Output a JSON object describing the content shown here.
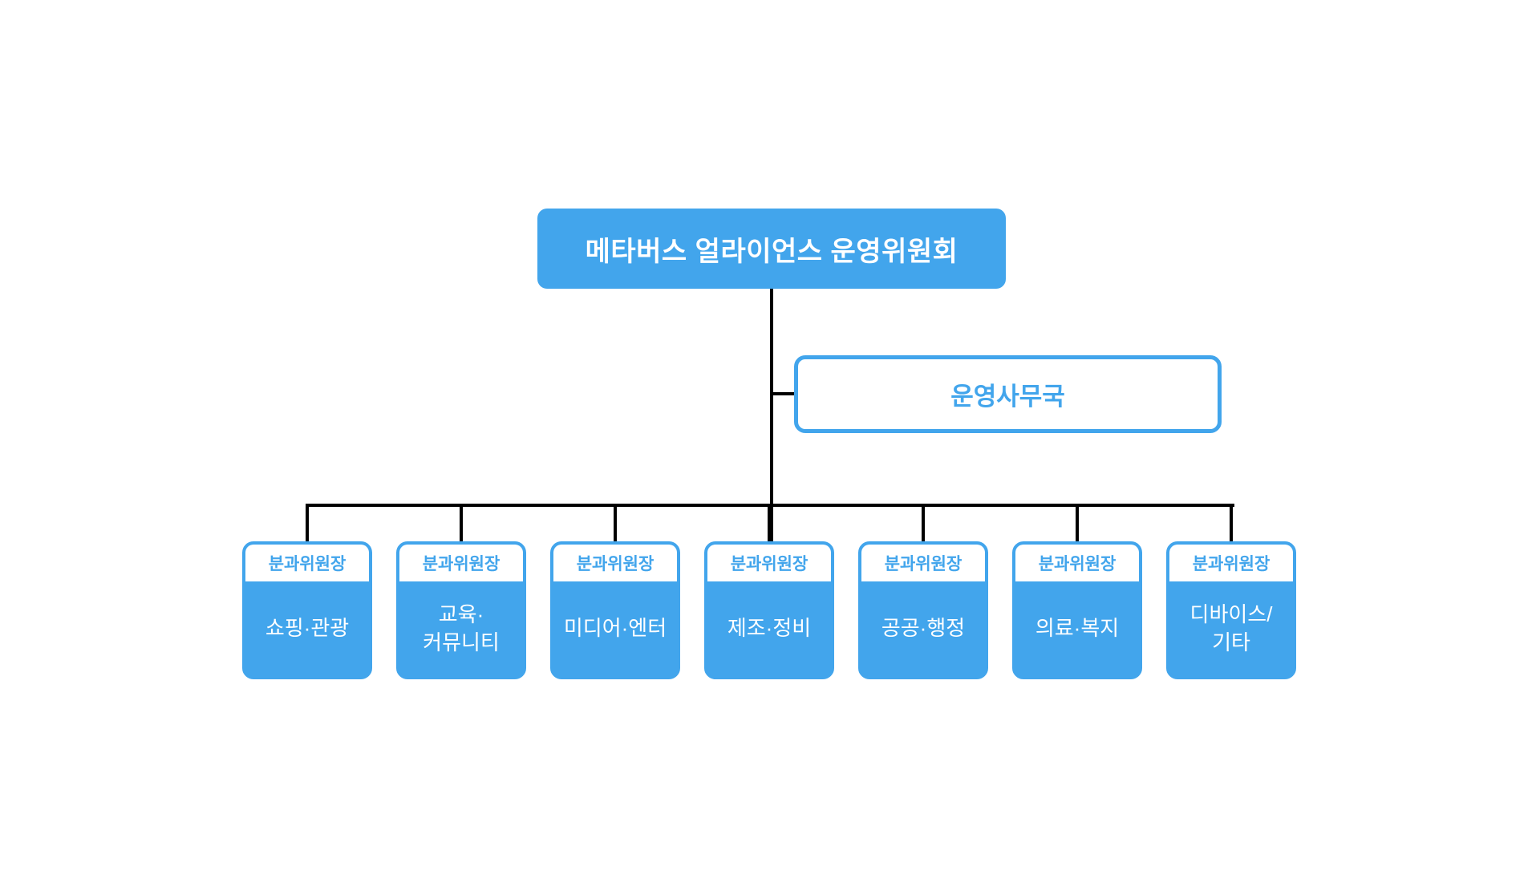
{
  "colors": {
    "primary_blue": "#42A5EC",
    "connector_black": "#000000",
    "background_white": "#FFFFFF",
    "node_text_white": "#FFFFFF"
  },
  "org_chart": {
    "root": {
      "label": "메타버스 얼라이언스 운영위원회"
    },
    "office": {
      "label": "운영사무국"
    },
    "committees": [
      {
        "header": "분과위원장",
        "name": "쇼핑·관광"
      },
      {
        "header": "분과위원장",
        "name": "교육·\n커뮤니티"
      },
      {
        "header": "분과위원장",
        "name": "미디어·엔터"
      },
      {
        "header": "분과위원장",
        "name": "제조·정비"
      },
      {
        "header": "분과위원장",
        "name": "공공·행정"
      },
      {
        "header": "분과위원장",
        "name": "의료·복지"
      },
      {
        "header": "분과위원장",
        "name": "디바이스/\n기타"
      }
    ]
  }
}
